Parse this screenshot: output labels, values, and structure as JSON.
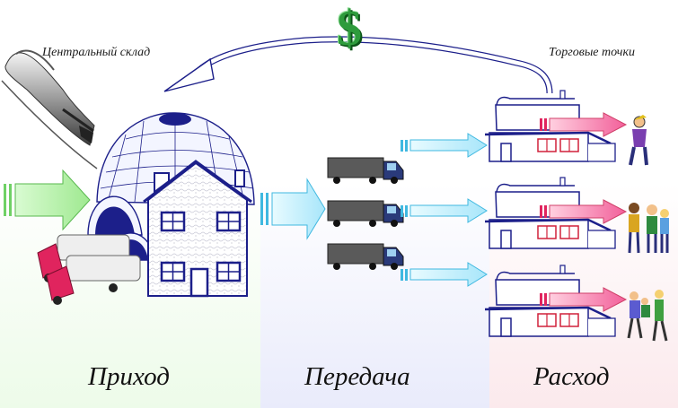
{
  "labels": {
    "warehouse": "Центральный склад",
    "outlets": "Торговые точки",
    "currency_symbol": "$"
  },
  "stages": {
    "income": "Приход",
    "transfer": "Передача",
    "expense": "Расход"
  },
  "colors": {
    "income_zone": "#edfbe9",
    "transfer_zone": "#e9ebfb",
    "expense_zone": "#fbe9ec",
    "green_arrow": "#b8f5b0",
    "cyan_arrow": "#bfeefc",
    "pink_arrow": "#f77aa8",
    "outline": "#1c1f8a",
    "dollar": "#2e9b3c"
  },
  "icons": [
    "train-icon",
    "igloo-warehouse-icon",
    "house-icon",
    "truck-icon",
    "shop-icon",
    "person-icon",
    "dollar-icon"
  ]
}
